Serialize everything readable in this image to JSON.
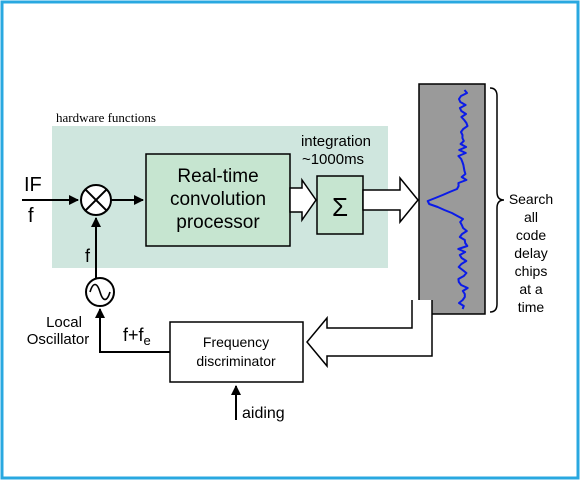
{
  "colors": {
    "border": "#29a8e0",
    "hardware_fill": "#cfe6de",
    "block_fill": "#c6e5d0",
    "display_fill": "#9a9a9a",
    "trace": "#0b1be8",
    "line": "#000000"
  },
  "hardware": {
    "label": "hardware functions",
    "processor_lines": [
      "Real-time",
      "convolution",
      "processor"
    ],
    "integration_lines": [
      "integration",
      "~1000ms"
    ],
    "sum_symbol": "Σ"
  },
  "input": {
    "if_label": "IF",
    "f_label": "f",
    "mixer_f_label": "f"
  },
  "oscillator": {
    "label_lines": [
      "Local",
      "Oscillator"
    ]
  },
  "feedback": {
    "freq_main": "f+f",
    "freq_sub": "e"
  },
  "discriminator": {
    "label_lines": [
      "Frequency",
      "discriminator"
    ],
    "aiding_label": "aiding"
  },
  "search": {
    "label_lines": [
      "Search",
      "all",
      "code",
      "delay",
      "chips",
      "at a",
      "time"
    ]
  }
}
